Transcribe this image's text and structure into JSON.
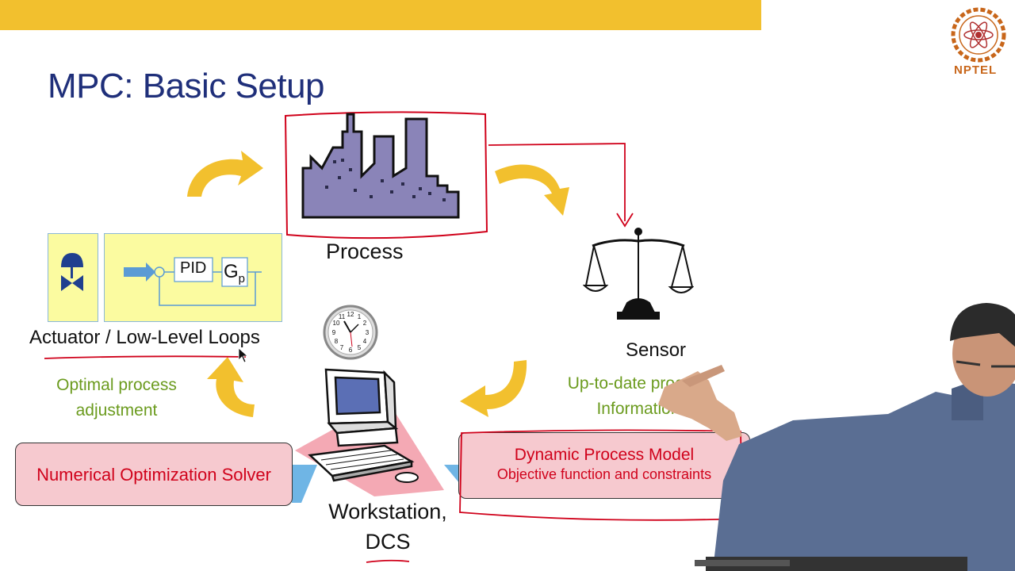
{
  "slide": {
    "title": "MPC: Basic Setup",
    "process_label": "Process",
    "sensor_label": "Sensor",
    "actuator_label": "Actuator / Low-Level Loops",
    "workstation_line1": "Workstation,",
    "workstation_line2": "DCS",
    "pid_label": "PID",
    "gp_label": "G",
    "gp_sub": "p",
    "optimal_line1": "Optimal process",
    "optimal_line2": "adjustment",
    "uptodate_line1": "Up-to-date process",
    "uptodate_line2": "Information",
    "solver_label": "Numerical Optimization Solver",
    "model_title": "Dynamic Process Model",
    "model_subtitle": "Objective function and constraints",
    "clock_digits": "1 2 3 4 5 6 7 8 9 10 11 12"
  },
  "logo": {
    "text": "NPTEL",
    "color": "#c8661a"
  },
  "colors": {
    "top_bar": "#f2c02e",
    "title": "#1f2f7a",
    "arrow": "#f2c02e",
    "annotation": "#d0021b",
    "green_text": "#6b9b1e",
    "factory": "#8a84b8",
    "box_fill": "#f6c9cf",
    "loop_box": "#fbfba0"
  },
  "icons": [
    "factory-icon",
    "scale-icon",
    "computer-icon",
    "clock-icon",
    "valve-icon",
    "curved-arrow-icon",
    "nptel-logo-icon"
  ]
}
